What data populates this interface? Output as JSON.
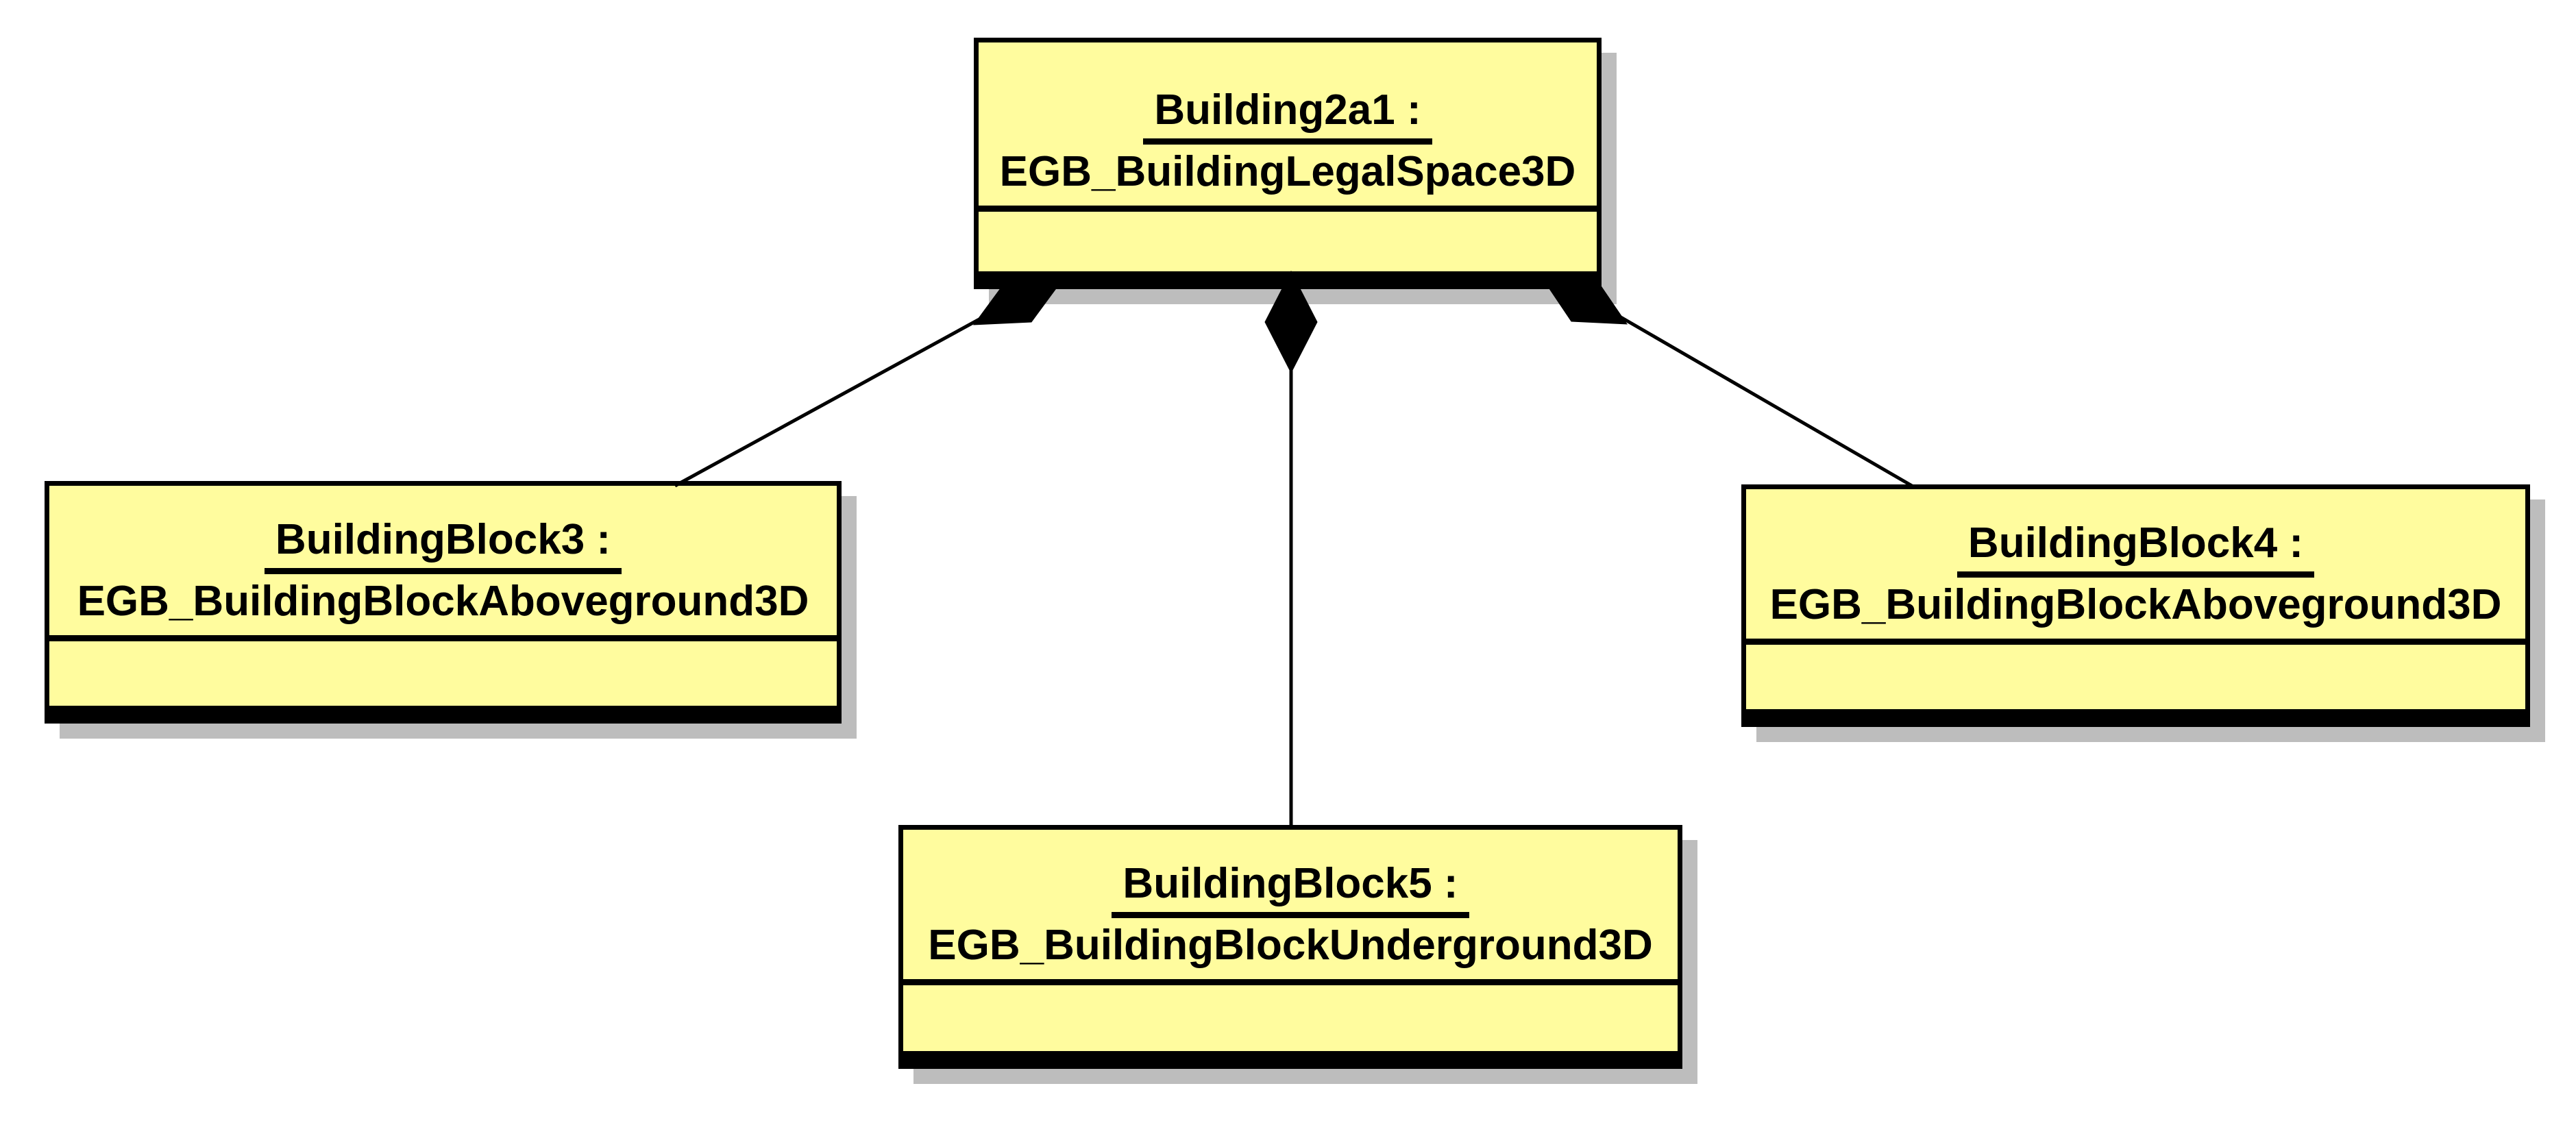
{
  "diagram": {
    "kind": "uml-object-diagram",
    "background_color": "#ffffff",
    "node_fill_color": "#fffc9e",
    "node_border_color": "#000000",
    "shadow_color": "#bdbdbd",
    "text_color": "#000000",
    "nodes": [
      {
        "id": "building2a1",
        "name": "Building2a1 :",
        "classifier": "EGB_BuildingLegalSpace3D"
      },
      {
        "id": "buildingblock3",
        "name": "BuildingBlock3 :",
        "classifier": "EGB_BuildingBlockAboveground3D"
      },
      {
        "id": "buildingblock4",
        "name": "BuildingBlock4 :",
        "classifier": "EGB_BuildingBlockAboveground3D"
      },
      {
        "id": "buildingblock5",
        "name": "BuildingBlock5 :",
        "classifier": "EGB_BuildingBlockUnderground3D"
      }
    ],
    "edges": [
      {
        "from": "Building2a1",
        "to": "BuildingBlock3",
        "type": "composition",
        "diamond_at": "Building2a1"
      },
      {
        "from": "Building2a1",
        "to": "BuildingBlock5",
        "type": "composition",
        "diamond_at": "Building2a1"
      },
      {
        "from": "Building2a1",
        "to": "BuildingBlock4",
        "type": "composition",
        "diamond_at": "Building2a1"
      }
    ]
  }
}
